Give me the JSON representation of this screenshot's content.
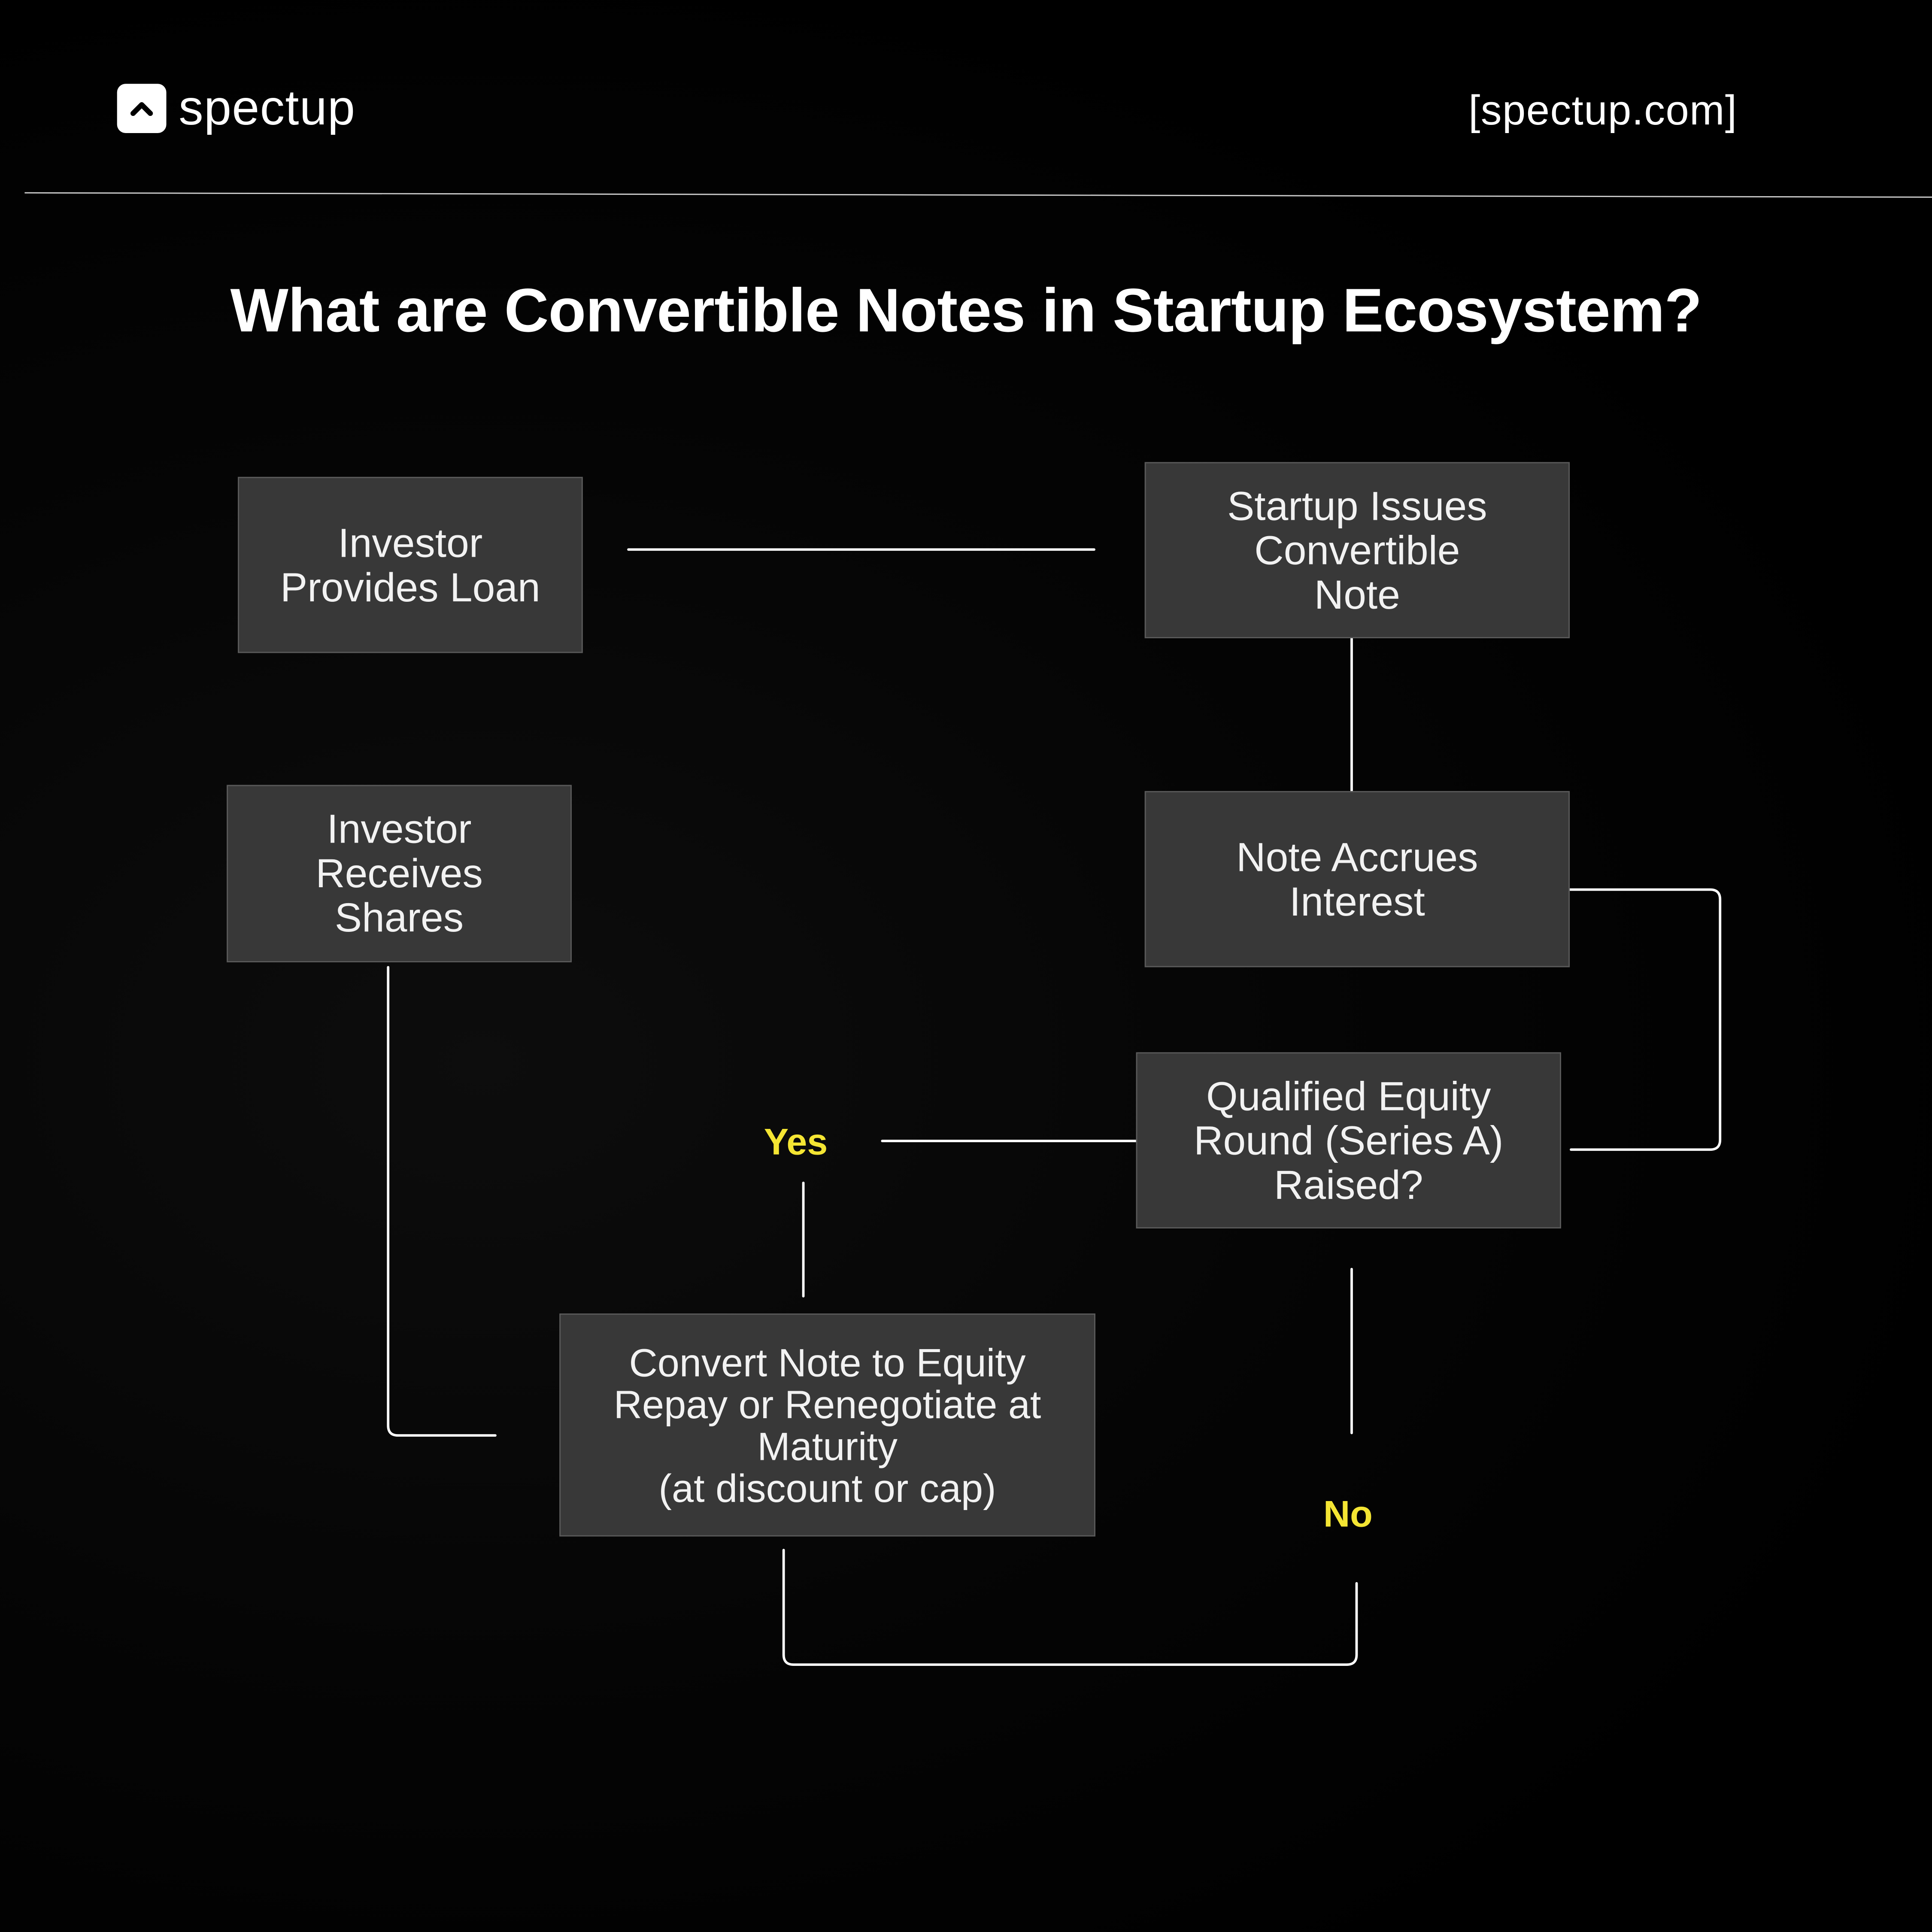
{
  "brand": {
    "name": "spectup",
    "url": "[spectup.com]",
    "logo_icon": "chevron-up-icon"
  },
  "title": "What are Convertible Notes in Startup Ecosystem?",
  "nodes": {
    "investor_loan": "Investor\nProvides Loan",
    "startup_issues": "Startup Issues\nConvertible\nNote",
    "note_accrues": "Note Accrues\nInterest",
    "investor_shares": "Investor\nReceives\nShares",
    "qualified_round": "Qualified Equity\nRound (Series A)\nRaised?",
    "convert_note": "Convert Note to Equity\nRepay or Renegotiate at\nMaturity\n(at discount or cap)"
  },
  "labels": {
    "yes": "Yes",
    "no": "No"
  },
  "colors": {
    "background": "#000000",
    "box_fill": "#383838",
    "box_border": "#5a5a5a",
    "connector": "#ffffff",
    "label_accent": "#f4e533"
  }
}
